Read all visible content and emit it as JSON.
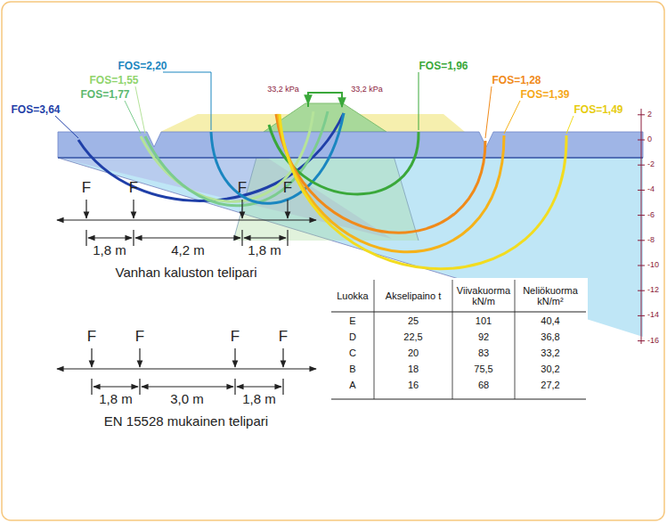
{
  "diagram": {
    "labels": [
      "FOS=3,64",
      "FOS=1,77",
      "FOS=1,55",
      "FOS=2,20",
      "33,2 kPa",
      "33,2 kPa",
      "FOS=1,96",
      "FOS=1,28",
      "FOS=1,39",
      "FOS=1,49",
      "2",
      "0",
      "-2",
      "-4",
      "-6",
      "-8",
      "-10",
      "-12",
      "-14",
      "-16",
      "F",
      "F",
      "F",
      "F",
      "1,8 m",
      "4,2 m",
      "1,8 m",
      "Vanhan kaluston telipari",
      "F",
      "F",
      "F",
      "F",
      "1,8 m",
      "3,0 m",
      "1,8 m",
      "EN 15528 mukainen telipari",
      "Luokka",
      "Akselipaino t",
      "Viivakuorma kN/m",
      "Neliökuorma kN/m²",
      "E",
      "25",
      "101",
      "40,4",
      "D",
      "22,5",
      "92",
      "36,8",
      "C",
      "20",
      "83",
      "33,2",
      "B",
      "18",
      "75,5",
      "30,2",
      "A",
      "16",
      "68",
      "27,2"
    ]
  }
}
